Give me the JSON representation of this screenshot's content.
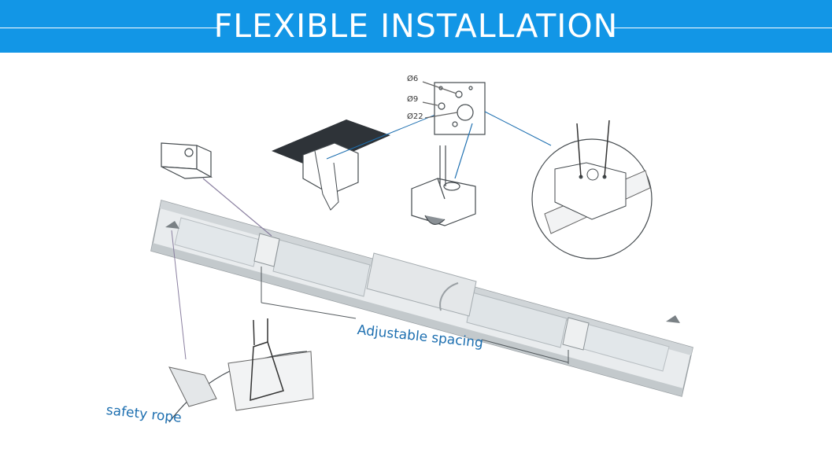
{
  "banner": {
    "title": "FLEXIBLE INSTALLATION",
    "color": "#1296e6"
  },
  "dimensions": {
    "hole_small": "Ø6",
    "hole_medium": "Ø9",
    "hole_large": "Ø22"
  },
  "labels": {
    "adjustable_spacing": "Adjustable spacing",
    "safety_rope": "safety rope",
    "label_color": "#1d6fb0"
  }
}
